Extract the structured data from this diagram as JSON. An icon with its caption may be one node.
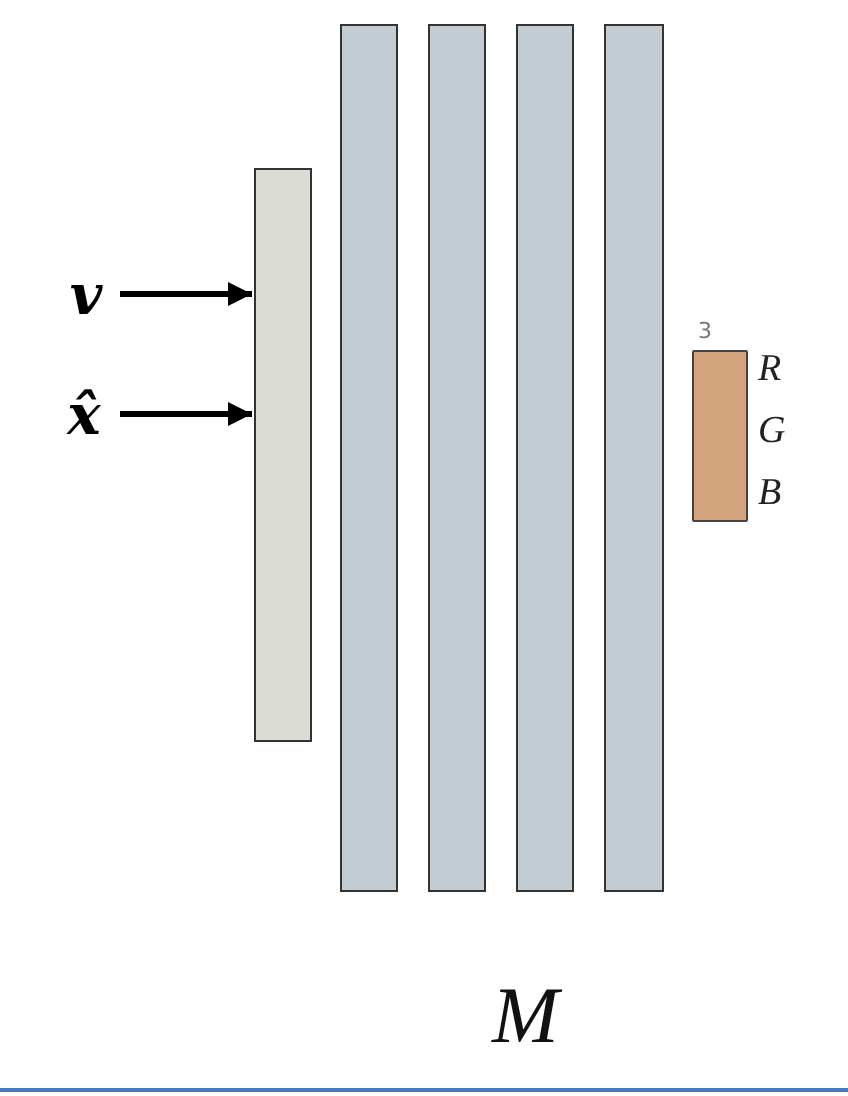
{
  "diagram": {
    "nodes": [
      {
        "text": [
          "v"
        ]
      },
      {
        "text": [
          "x̂"
        ]
      },
      {
        "text": [],
        "shape": "bar"
      },
      {
        "text": [],
        "shape": "bar"
      },
      {
        "text": [],
        "shape": "bar"
      },
      {
        "text": [],
        "shape": "bar"
      },
      {
        "text": [],
        "shape": "bar"
      },
      {
        "text": [],
        "shape": "box"
      }
    ],
    "edges": [
      {
        "from": 0,
        "to": 2,
        "arrow": "to"
      },
      {
        "from": 1,
        "to": 2,
        "arrow": "to"
      }
    ],
    "labels": [
      "3",
      "R",
      "G",
      "B",
      "M"
    ]
  }
}
